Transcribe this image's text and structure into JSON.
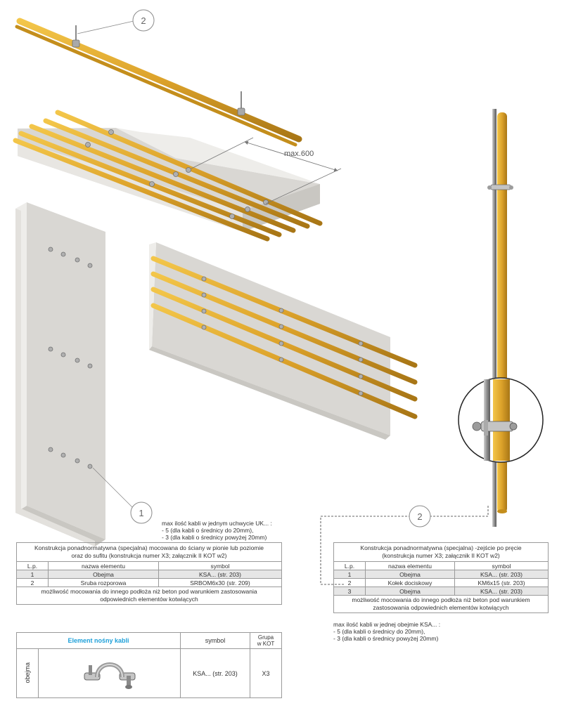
{
  "callouts": {
    "c2_top": "2",
    "c1": "1",
    "c2_right": "2"
  },
  "dimension_label": "max.600",
  "note_left": {
    "title": "max ilość kabli w jednym uchwycie UK... :",
    "line1": "- 5 (dla kabli o średnicy do 20mm),",
    "line2": "- 3 (dla kabli o średnicy powyżej 20mm)"
  },
  "table_left": {
    "header_line1": "Konstrukcja ponadnormatywna (specjalna) mocowana do ściany w pionie lub poziomie",
    "header_line2": "oraz do sufitu (konstrukcja numer X3; załącznik II KOT w2)",
    "columns": [
      "L.p.",
      "nazwa elementu",
      "symbol"
    ],
    "rows": [
      {
        "lp": "1",
        "name": "Obejma",
        "symbol": "KSA... (str. 203)"
      },
      {
        "lp": "2",
        "name": "Sruba rozporowa",
        "symbol": "SRBOM6x30 (str. 209)"
      }
    ],
    "footer_line1": "możliwość mocowania do innego podłoża niż beton pod warunkiem zastosowania",
    "footer_line2": "odpowiednich elementów kotwiących"
  },
  "table_right": {
    "header_line1": "Konstrukcja ponadnormatywna (specjalna) -zejście po pręcie",
    "header_line2": "(konstrukcja numer X3; załącznik II KOT w2)",
    "columns": [
      "L.p.",
      "nazwa elementu",
      "symbol"
    ],
    "rows": [
      {
        "lp": "1",
        "name": "Obejma",
        "symbol": "KSA... (str. 203)"
      },
      {
        "lp": "2",
        "name": "Kołek dociskowy",
        "symbol": "KM6x15 (str. 203)"
      },
      {
        "lp": "3",
        "name": "Obejma",
        "symbol": "KSA... (str. 203)"
      }
    ],
    "footer_line1": "możliwość mocowania do innego podłoża niż beton pod warunkiem",
    "footer_line2": "zastosowania odpowiednich elementów kotwiących"
  },
  "note_right": {
    "title": "max ilość kabli w jednej obejmie KSA... :",
    "line1": "- 5 (dla kabli o średnicy do 20mm),",
    "line2": "- 3 (dla kabli o średnicy powyżej 20mm)"
  },
  "element_table": {
    "title": "Element nośny kabli",
    "col_symbol": "symbol",
    "col_group_line1": "Grupa",
    "col_group_line2": "w KOT",
    "row_label": "obejma",
    "symbol": "KSA... (str. 203)",
    "group": "X3"
  },
  "colors": {
    "cable": "#e0a820",
    "cable_dark": "#b5821a",
    "concrete": "#d9d7d3",
    "concrete_side": "#eeedea",
    "accent": "#1ea0d9"
  },
  "icons": {
    "clamp": "clamp-icon"
  }
}
